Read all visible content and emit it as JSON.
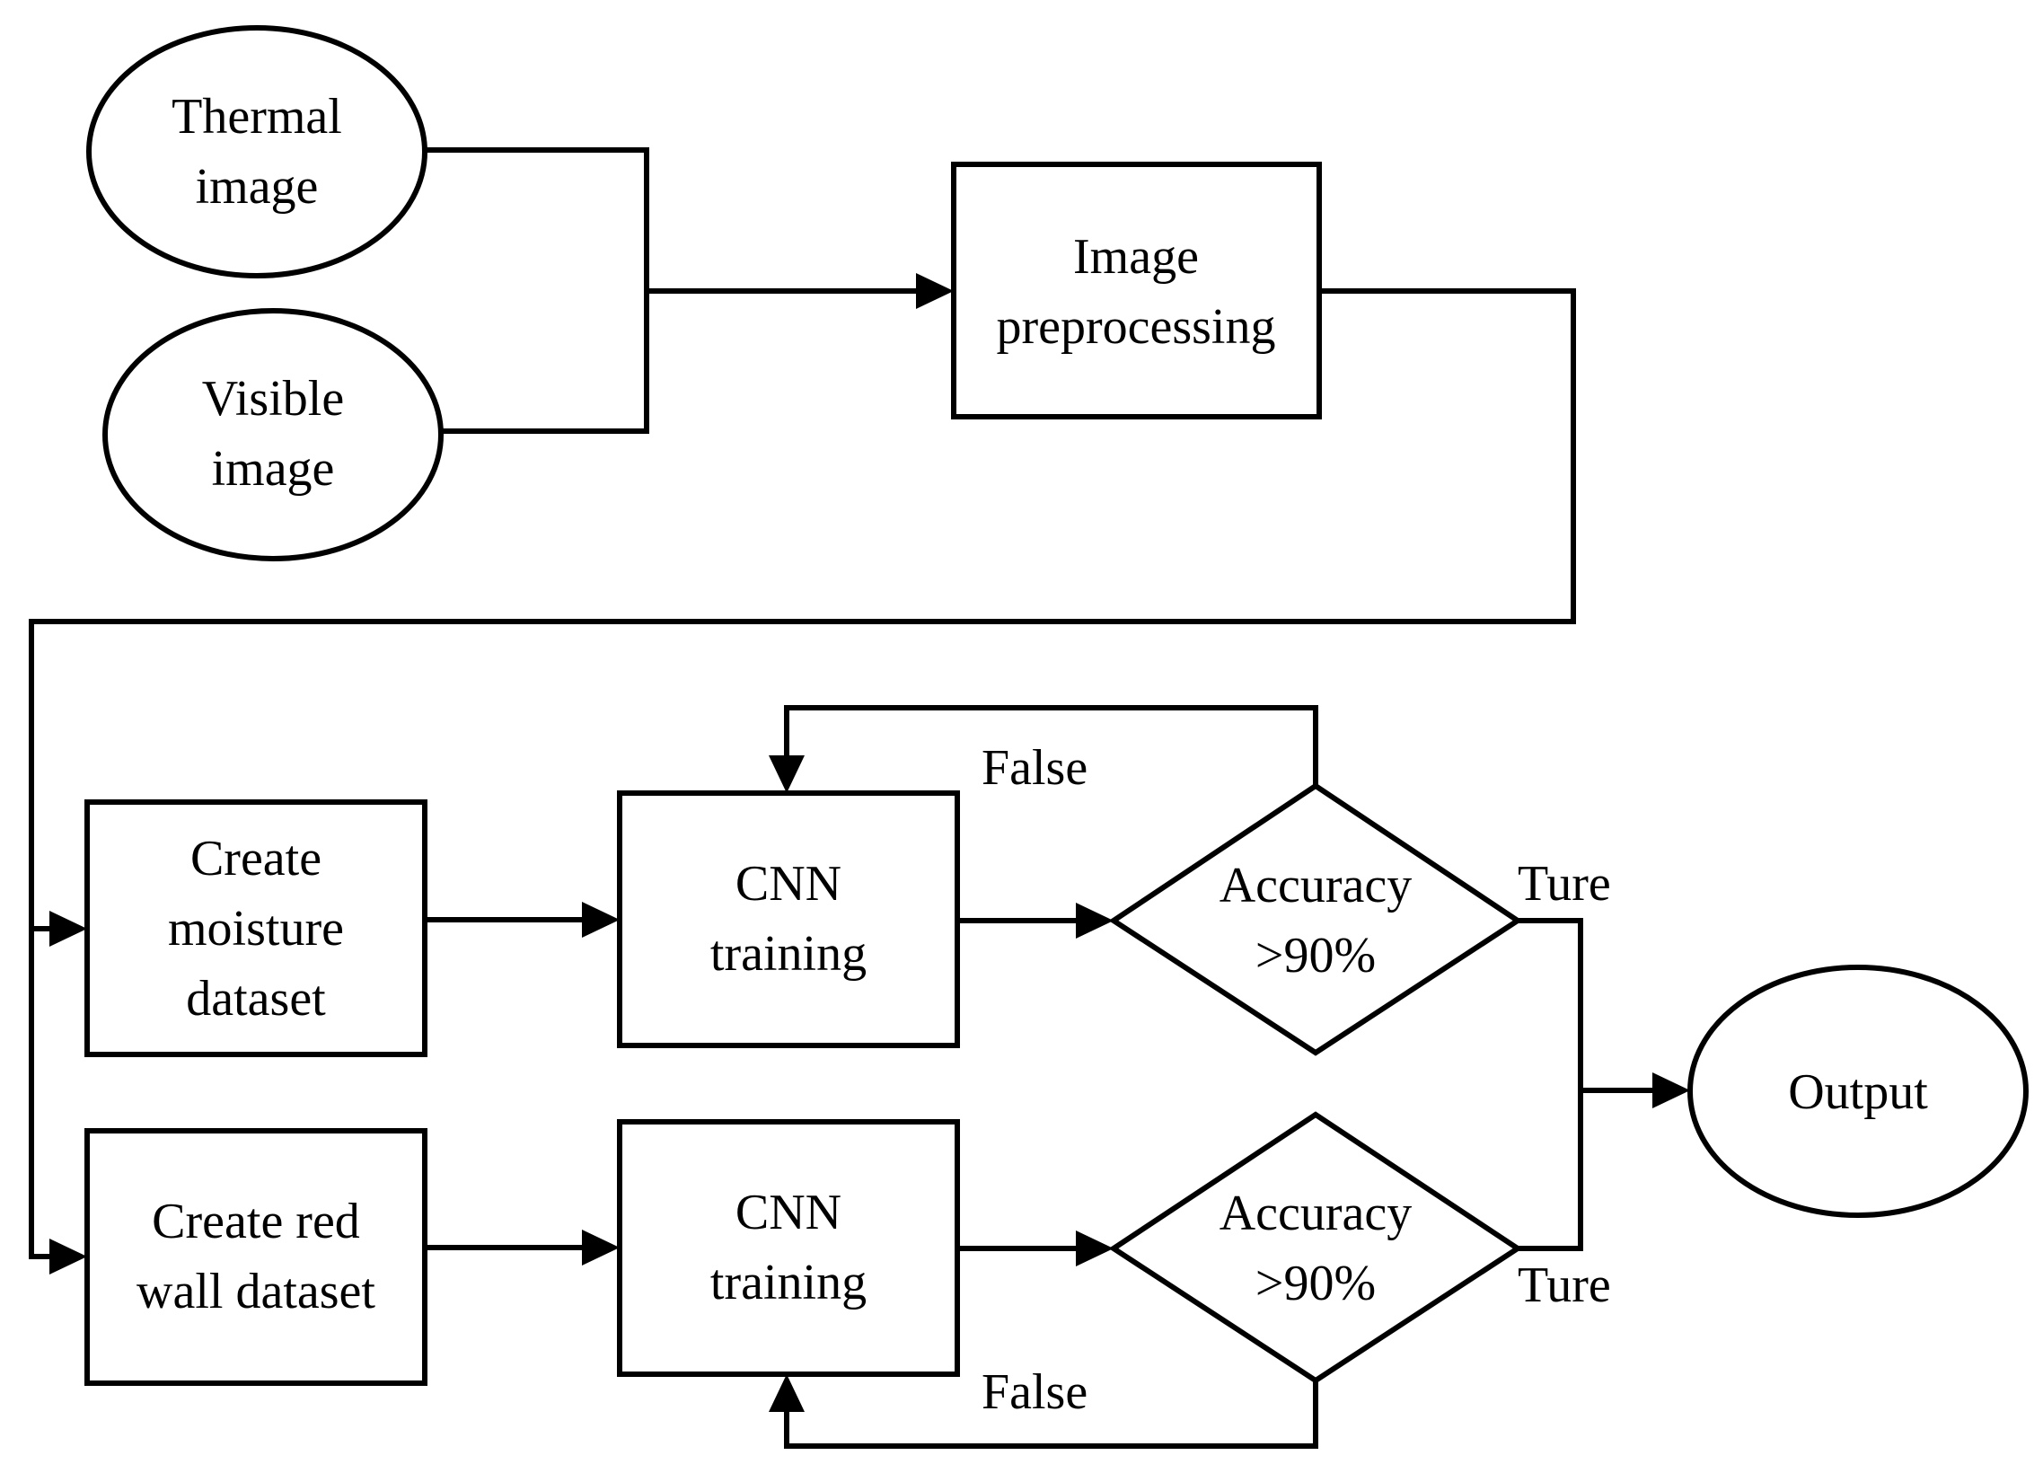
{
  "nodes": {
    "thermal_image": {
      "lines": [
        "Thermal",
        "image"
      ]
    },
    "visible_image": {
      "lines": [
        "Visible",
        "image"
      ]
    },
    "image_preprocessing": {
      "lines": [
        "Image",
        "preprocessing"
      ]
    },
    "create_moisture_dataset": {
      "lines": [
        "Create",
        "moisture",
        "dataset"
      ]
    },
    "create_red_wall_dataset": {
      "lines": [
        "Create red",
        "wall dataset"
      ]
    },
    "cnn_training_1": {
      "lines": [
        "CNN",
        "training"
      ]
    },
    "cnn_training_2": {
      "lines": [
        "CNN",
        "training"
      ]
    },
    "accuracy_check_1": {
      "lines": [
        "Accuracy",
        ">90%"
      ]
    },
    "accuracy_check_2": {
      "lines": [
        "Accuracy",
        ">90%"
      ]
    },
    "output": {
      "lines": [
        "Output"
      ]
    }
  },
  "edge_labels": {
    "false_top": "False",
    "true_top": "Ture",
    "false_bottom": "False",
    "true_bottom": "Ture"
  }
}
